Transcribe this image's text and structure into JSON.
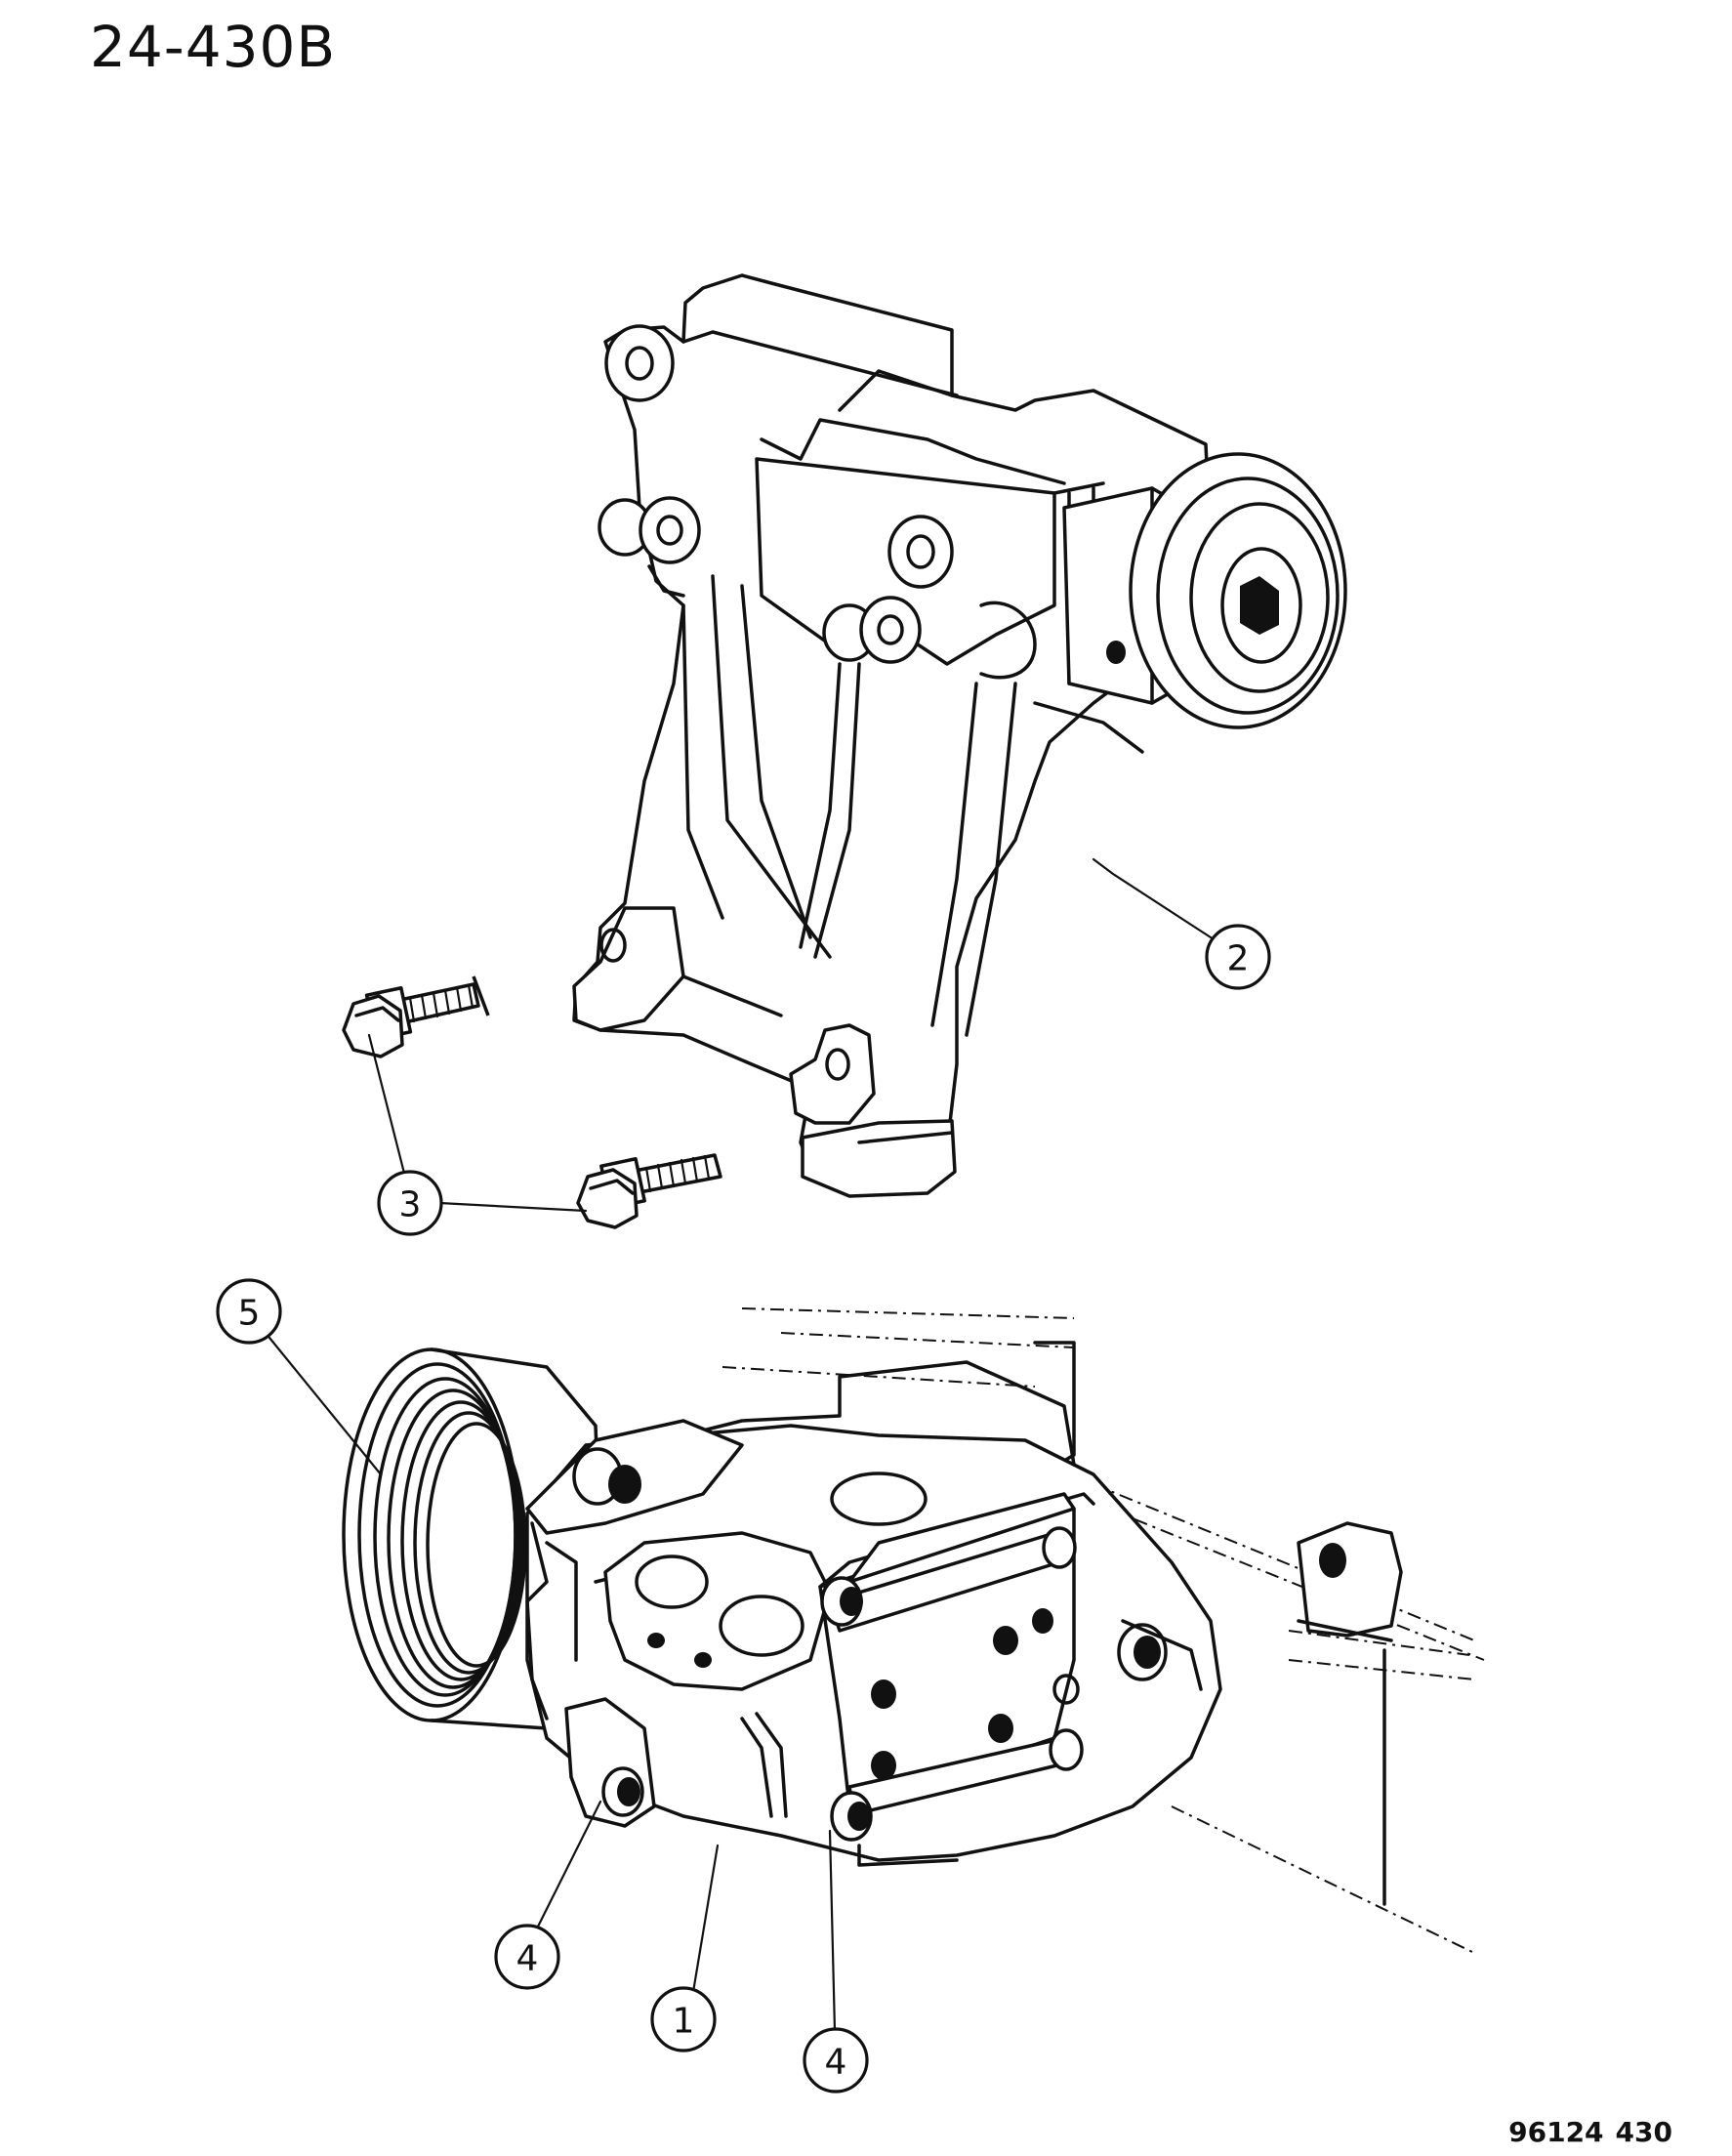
{
  "page_code": "24-430B",
  "figure_code": {
    "part1": "96124",
    "part2": "430"
  },
  "callouts": {
    "c1": "1",
    "c2": "2",
    "c3": "3",
    "c4a": "4",
    "c4b": "4",
    "c5": "5"
  }
}
